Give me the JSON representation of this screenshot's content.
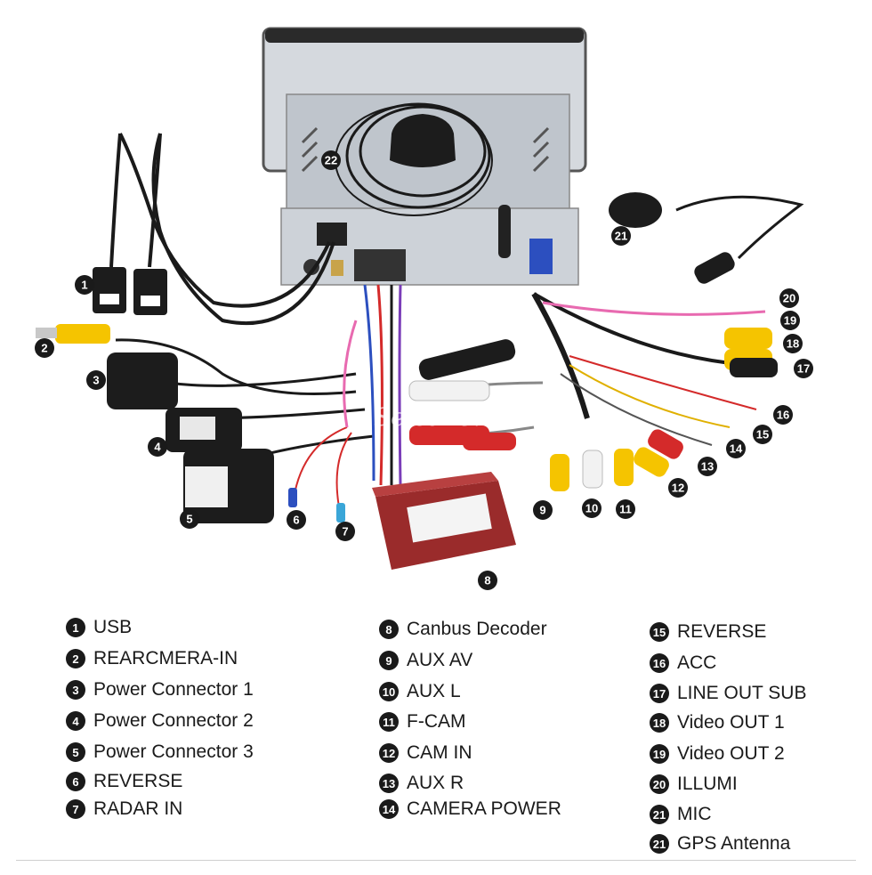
{
  "watermark": "Seicane.com",
  "legend": [
    {
      "num": "1",
      "text": "USB"
    },
    {
      "num": "2",
      "text": "REARCMERA-IN"
    },
    {
      "num": "3",
      "text": "Power Connector 1"
    },
    {
      "num": "4",
      "text": "Power Connector 2"
    },
    {
      "num": "5",
      "text": "Power Connector 3"
    },
    {
      "num": "6",
      "text": "REVERSE"
    },
    {
      "num": "7",
      "text": "RADAR IN"
    },
    {
      "num": "8",
      "text": "Canbus Decoder"
    },
    {
      "num": "9",
      "text": "AUX AV"
    },
    {
      "num": "10",
      "text": "AUX L"
    },
    {
      "num": "11",
      "text": "F-CAM"
    },
    {
      "num": "12",
      "text": "CAM IN"
    },
    {
      "num": "13",
      "text": "AUX R"
    },
    {
      "num": "14",
      "text": "CAMERA POWER"
    },
    {
      "num": "15",
      "text": "REVERSE"
    },
    {
      "num": "16",
      "text": "ACC"
    },
    {
      "num": "17",
      "text": "LINE OUT SUB"
    },
    {
      "num": "18",
      "text": "Video OUT 1"
    },
    {
      "num": "19",
      "text": "Video OUT 2"
    },
    {
      "num": "20",
      "text": "ILLUMI"
    },
    {
      "num": "21",
      "text": "MIC"
    },
    {
      "num": "21",
      "text": "GPS Antenna"
    }
  ],
  "callouts": [
    "1",
    "2",
    "3",
    "4",
    "5",
    "6",
    "7",
    "8",
    "9",
    "10",
    "11",
    "12",
    "13",
    "14",
    "15",
    "16",
    "17",
    "18",
    "19",
    "20",
    "21",
    "22"
  ],
  "colors": {
    "badge": "#1a1a1a",
    "rca_yellow": "#f5c400",
    "rca_white": "#f2f2f2",
    "rca_red": "#d42a2a",
    "pink_wire": "#e86ab0",
    "unit_panel": "#c9ced4",
    "foam": "#1c1c1c",
    "decoder": "#9a2b2b"
  }
}
